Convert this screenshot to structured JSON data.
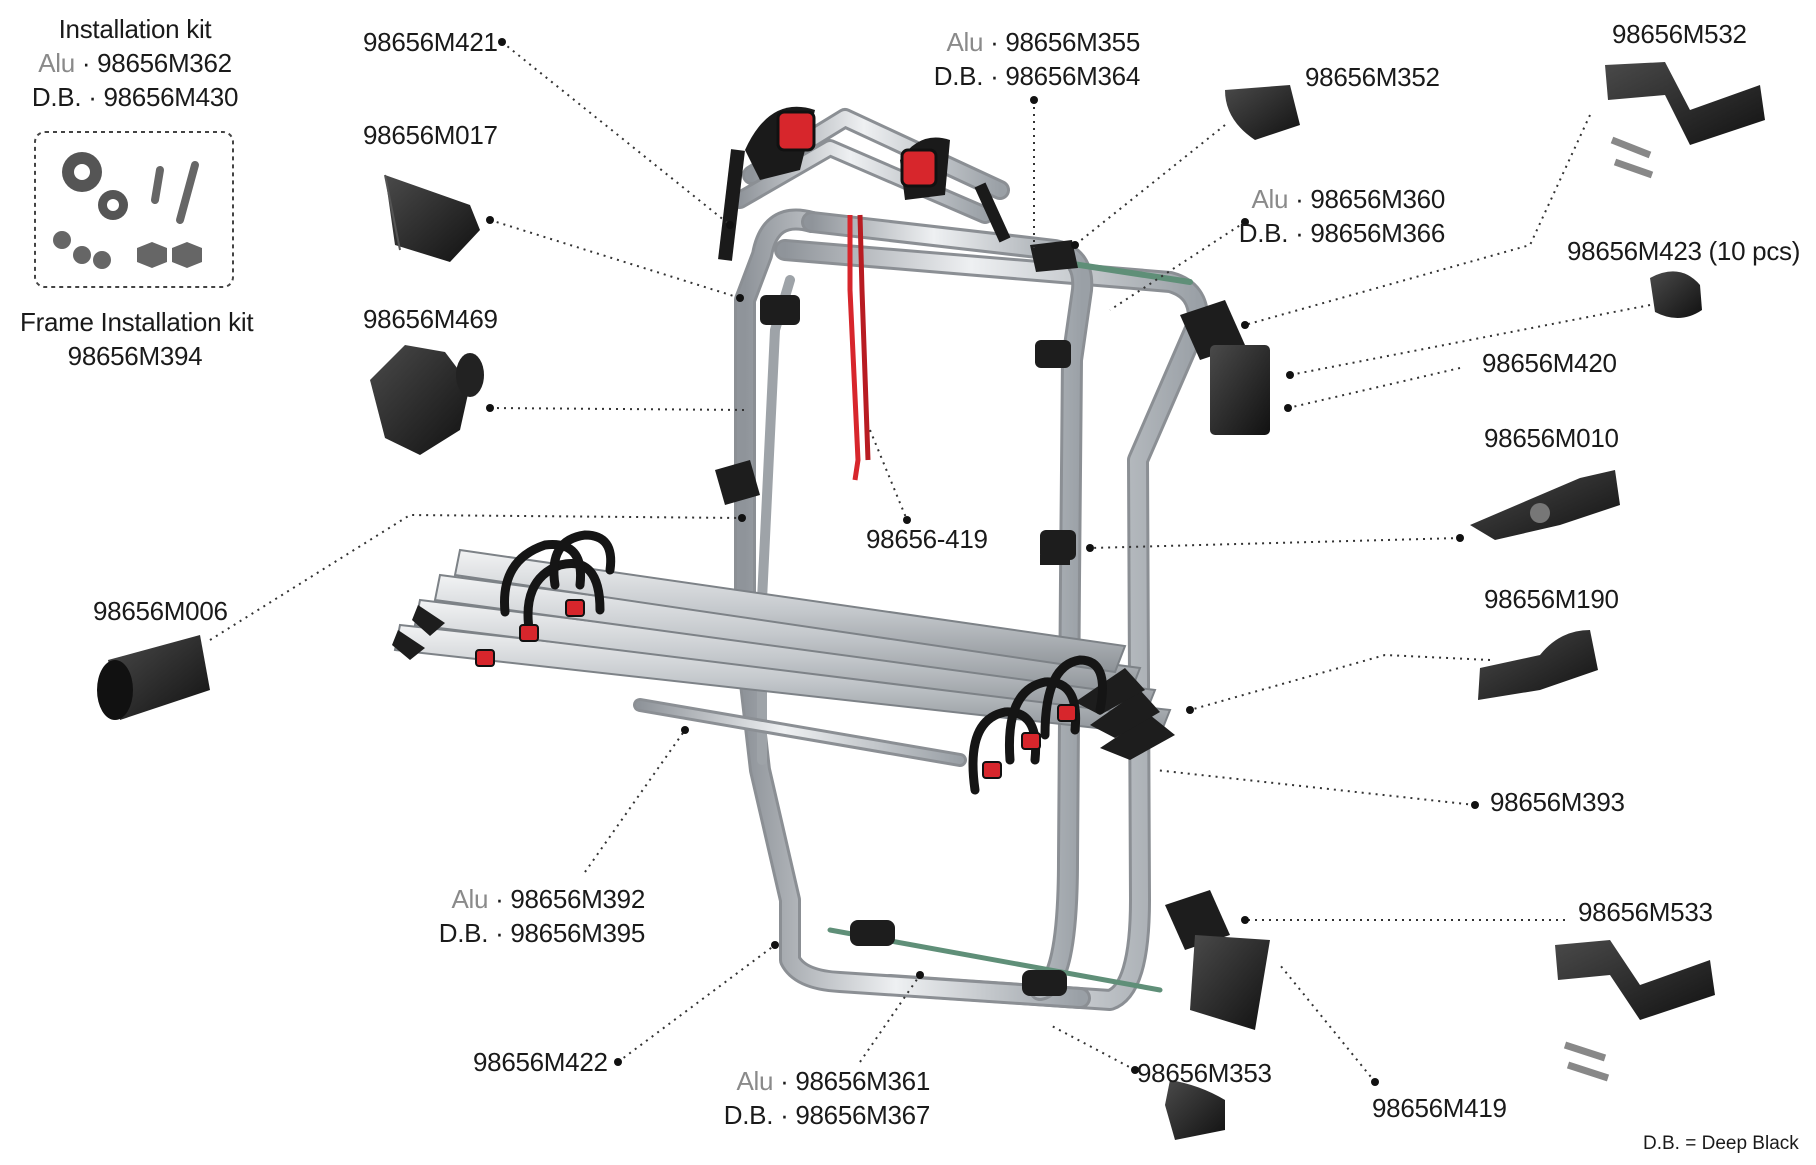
{
  "kits": {
    "installation": {
      "title": "Installation kit",
      "alu_prefix": "Alu",
      "alu_code": "98656M362",
      "db_prefix": "D.B.",
      "db_code": "98656M430"
    },
    "frame": {
      "title": "Frame Installation kit",
      "code": "98656M394"
    }
  },
  "separator": "·",
  "parts": {
    "p421": "98656M421",
    "p017": "98656M017",
    "p469": "98656M469",
    "p006": "98656M006",
    "p355": {
      "alu": "Alu",
      "alu_code": "98656M355",
      "db": "D.B.",
      "db_code": "98656M364"
    },
    "p352": "98656M352",
    "p360": {
      "alu": "Alu",
      "alu_code": "98656M360",
      "db": "D.B.",
      "db_code": "98656M366"
    },
    "p532": "98656M532",
    "p423": "98656M423 (10 pcs)",
    "p420": "98656M420",
    "p010": "98656M010",
    "p419s": "98656-419",
    "p190": "98656M190",
    "p393": "98656M393",
    "p392": {
      "alu": "Alu",
      "alu_code": "98656M392",
      "db": "D.B.",
      "db_code": "98656M395"
    },
    "p533": "98656M533",
    "p422": "98656M422",
    "p361": {
      "alu": "Alu",
      "alu_code": "98656M361",
      "db": "D.B.",
      "db_code": "98656M367"
    },
    "p353": "98656M353",
    "p419": "98656M419"
  },
  "legend_note": "D.B. = Deep Black",
  "colors": {
    "frame": "#c9ccd0",
    "frame_edge": "#8b8f94",
    "part": "#2b2b2b",
    "accent": "#d7262c",
    "leader": "#333333"
  },
  "icons": [
    "gear-icon",
    "screw-icon",
    "nut-icon",
    "knob-icon",
    "end-cap-icon",
    "bracket-icon",
    "strap-icon"
  ]
}
